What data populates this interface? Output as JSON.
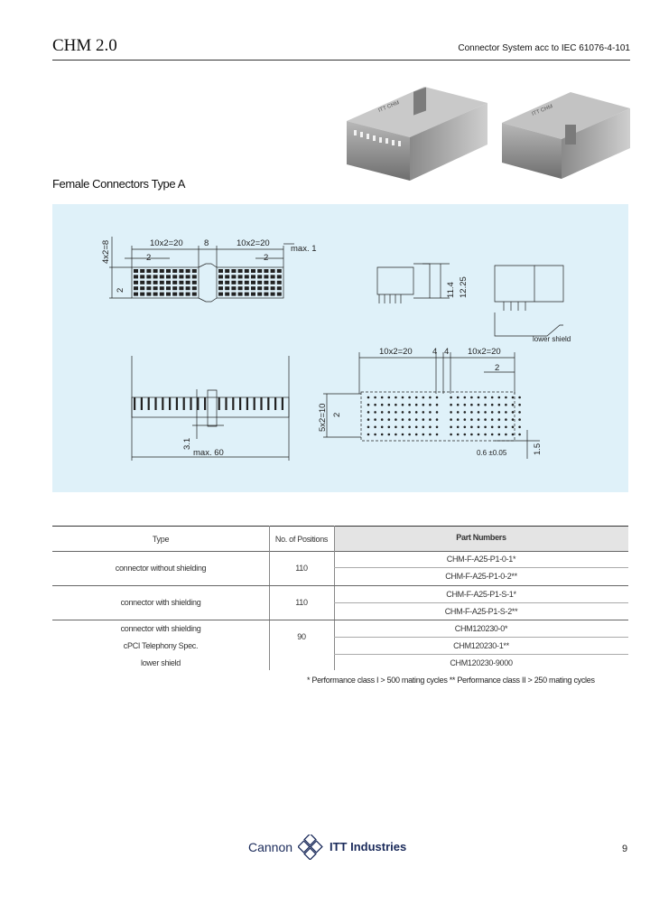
{
  "header": {
    "title": "CHM 2.0",
    "subtitle": "Connector System  acc to  IEC 61076-4-101"
  },
  "section_title": "Female Connectors Type A",
  "drawing": {
    "top_left": {
      "dim_left_pitch": "10x2=20",
      "dim_center": "8",
      "dim_right_pitch": "10x2=20",
      "dim_height": "4x2=8",
      "dim_row": "2",
      "dim_left_small": "2",
      "dim_right_small": "2",
      "dim_max": "max. 1"
    },
    "side_views": {
      "dim_a": "11.4",
      "dim_b": "12.25",
      "lower_shield_label": "lower shield"
    },
    "bottom_left": {
      "dim_31": "3.1",
      "dim_max60": "max. 60"
    },
    "footprint": {
      "dim_left": "10x2=20",
      "dim_4a": "4",
      "dim_4b": "4",
      "dim_right": "10x2=20",
      "dim_2_top": "2",
      "dim_5x2": "5x2=10",
      "dim_2_side": "2",
      "dim_hole": "0.6 ±0.05",
      "dim_15": "1.5"
    }
  },
  "table": {
    "headers": [
      "Type",
      "No. of Positions",
      "Part Numbers"
    ],
    "groups": [
      {
        "type_lines": [
          "connector without shielding"
        ],
        "positions": "110",
        "parts": [
          "CHM-F-A25-P1-0-1*",
          "CHM-F-A25-P1-0-2**"
        ]
      },
      {
        "type_lines": [
          "connector with shielding"
        ],
        "positions": "110",
        "parts": [
          "CHM-F-A25-P1-S-1*",
          "CHM-F-A25-P1-S-2**"
        ]
      },
      {
        "type_lines": [
          "connector with shielding",
          "cPCI Telephony Spec.",
          "lower shield"
        ],
        "positions": "90",
        "parts": [
          "CHM120230-0*",
          "CHM120230-1**",
          "CHM120230-9000"
        ]
      }
    ],
    "footnote": "*   Performance class I  > 500 mating cycles   ** Performance class II  > 250 mating cycles"
  },
  "footer": {
    "brand_left": "Cannon",
    "brand_right": "ITT Industries",
    "page": "9"
  },
  "colors": {
    "panel": "#dff1f9",
    "table_header_bg": "#e4e4e4",
    "connector_body": "#9a9a9a"
  }
}
